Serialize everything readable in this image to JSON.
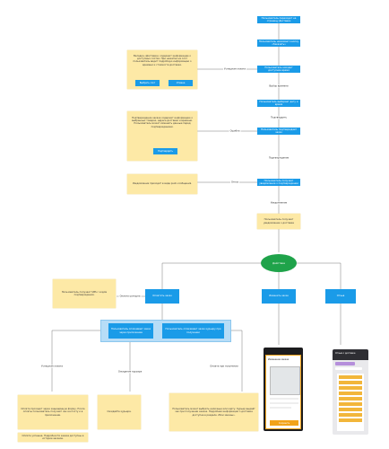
{
  "diagram": {
    "steps": {
      "s1": "Пользователь переходит на страницу Доставки",
      "s2": "Пользователь нажимает кнопку «Заказать»",
      "s3": "Пользователь находит доступное время",
      "s4": "Пользователь выбирает дату и время",
      "s5": "Пользователь подтверждает заказ",
      "s6": "Пользователь получает уведомление о подтверждении",
      "s7": "Пользователь получает уведомление о доставке",
      "r1": "Оплатить заказ",
      "r2": "Изменить заказ",
      "r3": "Отзыв",
      "g1": "Пользователь оплачивает заказ через приложение",
      "g2": "Пользователь оплачивает заказ курьеру при получении"
    },
    "decision": "Действие",
    "notes": {
      "n1": "Вкладка «Доставка» содержит информацию о доступных слотах. При нажатии на слот пользователь видит подробную информацию о времени и стоимости доставки.",
      "n1_btn1": "Выбрать слот",
      "n1_btn2": "Отмена",
      "n2": "Подтверждение заказа содержит информацию о выбранных товарах, адресе доставки и времени. Пользователь может изменить данные перед подтверждением.",
      "n2_btn": "Подтвердить",
      "n3": "Уведомление приходит в виде push-сообщения.",
      "n4": "Пользователь получает SMS с кодом подтверждения.",
      "n5": "Оплата проходит через защищённую форму. После оплаты пользователь получает чек на почту и в приложении.",
      "n6": "Оплата успешна. Подробности заказа доступны в истории заказов.",
      "n7": "Ожидайте курьера.",
      "n8": "Пользователь может выбрать наличные или карту. Курьер выдаёт чек при получении заказа. Подробная информация о доставке доступна в разделе «Мои заказы»."
    },
    "edges": {
      "e1": "Выбор времени",
      "e2": "Подтвердить",
      "e3": "Подтверждение",
      "e4": "Уведомление",
      "e5": "Успешная оплата",
      "e6": "Ошибка",
      "e7": "Отказ",
      "e8": "Оплата успешна",
      "e9": "Ожидание курьера",
      "e10": "Оплата при получении"
    },
    "phone_left": {
      "title": "Изменение заказа",
      "btn": "Сохранить"
    },
    "phone_right": {
      "title": "Отзыв о доставке"
    }
  }
}
